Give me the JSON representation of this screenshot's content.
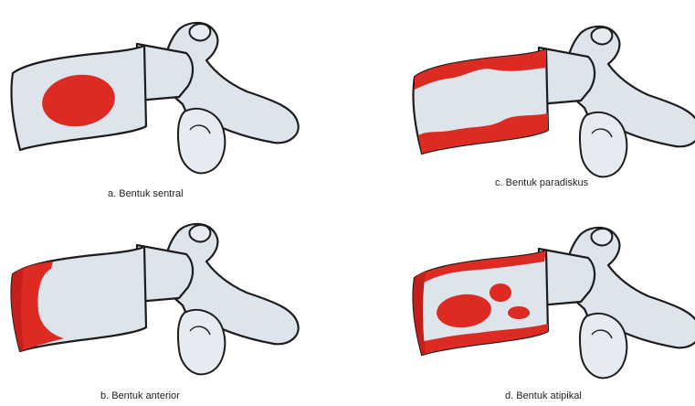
{
  "figure": {
    "panels": [
      {
        "id": "a",
        "caption": "a. Bentuk sentral"
      },
      {
        "id": "b",
        "caption": "b. Bentuk anterior"
      },
      {
        "id": "c",
        "caption": "c. Bentuk paradiskus"
      },
      {
        "id": "d",
        "caption": "d. Bentuk atipikal"
      }
    ],
    "colors": {
      "bone": "#dde4ec",
      "outline": "#1c1c1c",
      "lesion": "#dd2a22"
    }
  }
}
